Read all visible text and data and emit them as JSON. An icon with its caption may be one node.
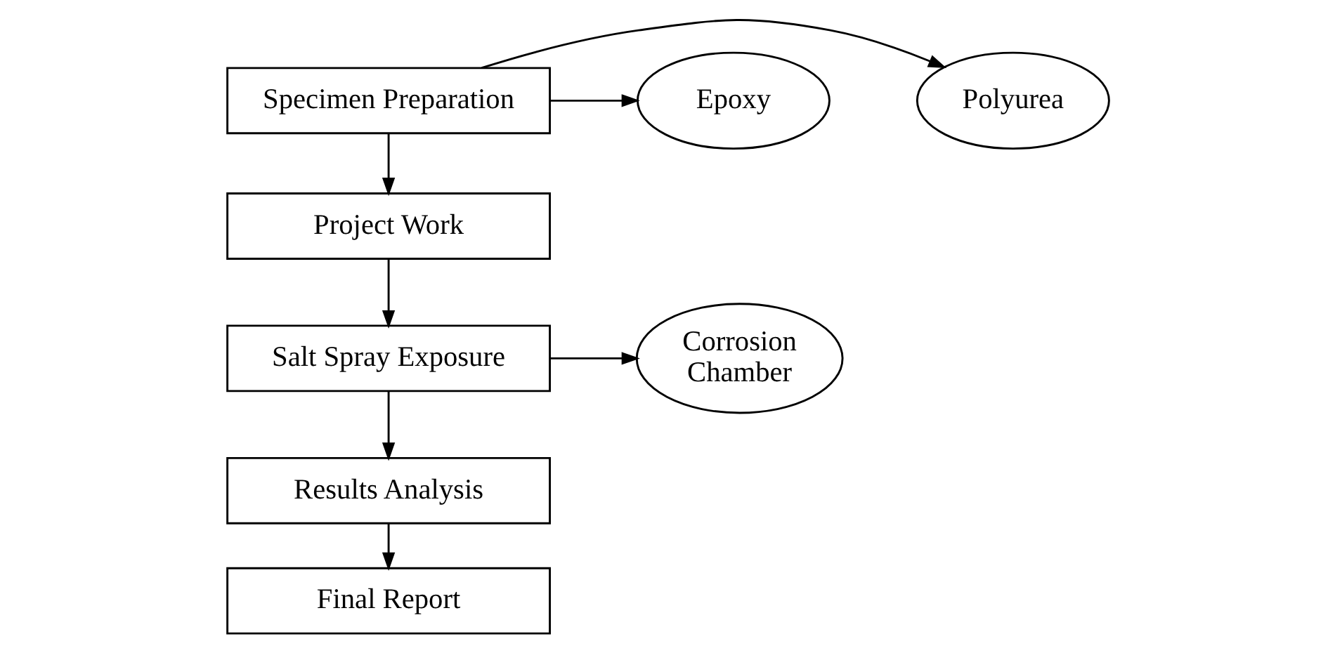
{
  "diagram": {
    "nodes": [
      {
        "text": [
          "Polyurea"
        ]
      },
      {
        "text": [
          "Specimen Preparation"
        ]
      },
      {
        "text": [
          "Epoxy"
        ]
      },
      {
        "text": [
          "Project Work"
        ]
      },
      {
        "text": [
          "Corrosion Chamber"
        ]
      },
      {
        "text": [
          "Salt Spray Exposure"
        ]
      },
      {
        "text": [
          "Results Analysis"
        ]
      },
      {
        "text": [
          "Final Report"
        ]
      }
    ],
    "edges": [
      {
        "from": 1,
        "to": 0,
        "arrow": "to"
      },
      {
        "from": 1,
        "to": 2,
        "arrow": "to"
      },
      {
        "from": 1,
        "to": 3,
        "arrow": "to"
      },
      {
        "from": 3,
        "to": 5,
        "arrow": "to"
      },
      {
        "from": 5,
        "to": 4,
        "arrow": "to"
      },
      {
        "from": 5,
        "to": 6,
        "arrow": "to"
      },
      {
        "from": 6,
        "to": 7,
        "arrow": "to"
      }
    ]
  }
}
